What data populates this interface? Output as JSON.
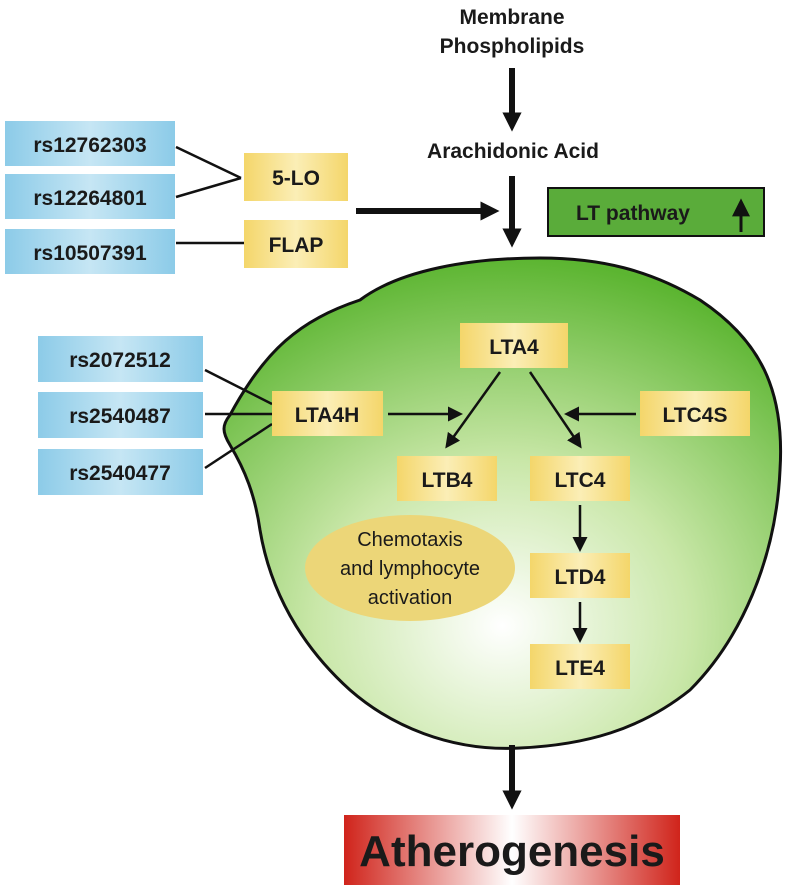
{
  "top": {
    "membrane_line1": "Membrane",
    "membrane_line2": "Phospholipids",
    "arachidonic_acid": "Arachidonic Acid"
  },
  "snps_upstream": [
    "rs12762303",
    "rs12264801",
    "rs10507391"
  ],
  "enzymes_upstream": {
    "five_lo": "5-LO",
    "flap": "FLAP"
  },
  "lt_pathway": {
    "label": "LT pathway",
    "arrow": "↑"
  },
  "snps_lta4h": [
    "rs2072512",
    "rs2540487",
    "rs2540477"
  ],
  "cell": {
    "lta4": "LTA4",
    "lta4h": "LTA4H",
    "ltc4s": "LTC4S",
    "ltb4": "LTB4",
    "ltc4": "LTC4",
    "ltd4": "LTD4",
    "lte4": "LTE4",
    "ltb4_effect": [
      "Chemotaxis",
      "and lymphocyte",
      "activation"
    ]
  },
  "outcome": {
    "label": "Atherogenesis"
  },
  "colors": {
    "snp_box": "#9fd3ea",
    "enzyme_box": "#f7e08a",
    "lt_pathway_fill": "#5aac3a",
    "effect_ellipse": "#ecd678",
    "outcome_red": "#d42a1e"
  }
}
